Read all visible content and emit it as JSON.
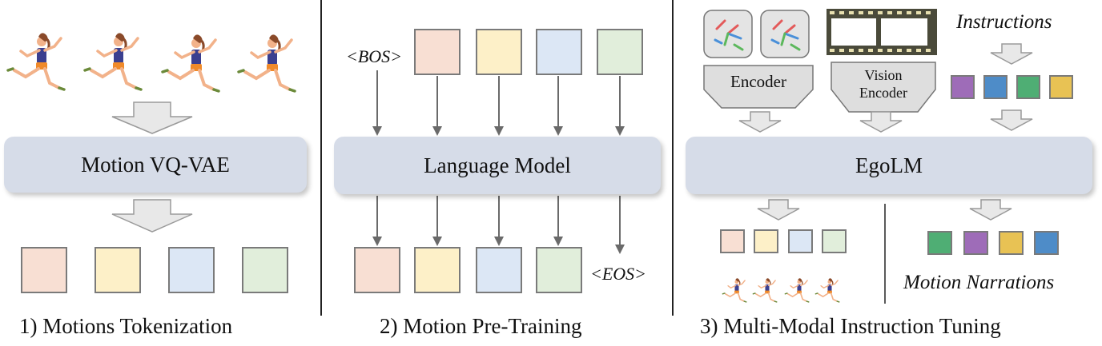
{
  "colors": {
    "box": "#d6dce8",
    "arrow": "#e8e8e8",
    "token_red": "#f8dfd3",
    "token_yellow": "#fdf0c8",
    "token_blue": "#dce7f5",
    "token_green": "#e1eedb",
    "token_purple": "#9e6cb8",
    "token_dblue": "#4e8cc8",
    "token_dgreen": "#4fae74",
    "token_gold": "#e8c254"
  },
  "icons": [
    "runner-icon",
    "skeleton-icon",
    "film-strip-icon",
    "block-arrow-icon"
  ],
  "panel1": {
    "box_label": "Motion VQ-VAE",
    "caption": "1) Motions Tokenization"
  },
  "panel2": {
    "box_label": "Language Model",
    "bos": "<BOS>",
    "eos": "<EOS>",
    "caption": "2) Motion Pre-Training"
  },
  "panel3": {
    "box_label": "EgoLM",
    "encoder": "Encoder",
    "vision_encoder": "Vision\nEncoder",
    "instructions": "Instructions",
    "narrations": "Motion Narrations",
    "caption": "3) Multi-Modal Instruction Tuning"
  }
}
